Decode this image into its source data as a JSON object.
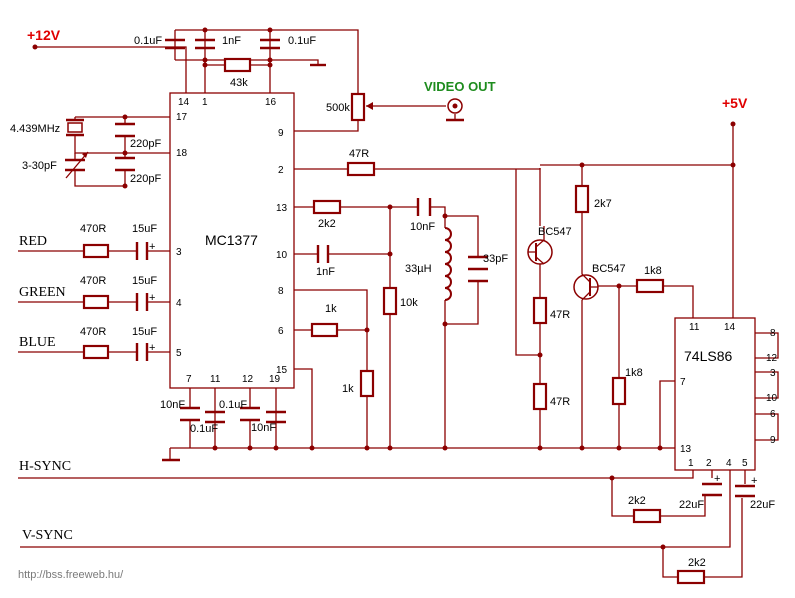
{
  "supplies": {
    "v12": "+12V",
    "v5": "+5V"
  },
  "video_out": "VIDEO OUT",
  "source_url": "http://bss.freeweb.hu/",
  "mc1377": {
    "name": "MC1377",
    "pins": {
      "p14": "14",
      "p1": "1",
      "p16": "16",
      "p17": "17",
      "p18": "18",
      "p9": "9",
      "p2": "2",
      "p13": "13",
      "p10": "10",
      "p8": "8",
      "p6": "6",
      "p15": "15",
      "p3": "3",
      "p4": "4",
      "p5": "5",
      "p7": "7",
      "p11": "11",
      "p12": "12",
      "p19": "19"
    }
  },
  "ls86": {
    "name": "74LS86",
    "pins": {
      "p11": "11",
      "p14": "14",
      "p8": "8",
      "p12": "12",
      "p3": "3",
      "p10": "10",
      "p6": "6",
      "p9": "9",
      "p7": "7",
      "p13": "13",
      "p1": "1",
      "p2": "2",
      "p4": "4",
      "p5": "5"
    }
  },
  "inputs": {
    "red": "RED",
    "green": "GREEN",
    "blue": "BLUE",
    "hsync": "H-SYNC",
    "vsync": "V-SYNC"
  },
  "components": {
    "c_top1": "0.1uF",
    "c_top2": "1nF",
    "c_top3": "0.1uF",
    "r_43k": "43k",
    "pot_500k": "500k",
    "crystal": "4.439MHz",
    "trimmer": "3-30pF",
    "c_220a": "220pF",
    "c_220b": "220pF",
    "r_red": "470R",
    "c_red": "15uF",
    "r_green": "470R",
    "c_green": "15uF",
    "r_blue": "470R",
    "c_blue": "15uF",
    "r_47r_top": "47R",
    "r_2k2_p13": "2k2",
    "c_10nf_ser": "10nF",
    "c_1nf_p10": "1nF",
    "r_10k": "10k",
    "l_33uh": "33µH",
    "c_33pf": "33pF",
    "r_1k_h": "1k",
    "r_1k_v": "1k",
    "c_b1": "10nF",
    "c_b2": "0.1uF",
    "c_b3": "0.1uF",
    "c_b4": "10nF",
    "q1": "BC547",
    "q2": "BC547",
    "r_2k7": "2k7",
    "r_1k8_h": "1k8",
    "r_1k8_v": "1k8",
    "r_47r_e1": "47R",
    "r_47r_e2": "47R",
    "r_2k2_h": "2k2",
    "c_22uf_h": "22uF",
    "r_2k2_v": "2k2",
    "c_22uf_v": "22uF"
  },
  "polarity": "+"
}
